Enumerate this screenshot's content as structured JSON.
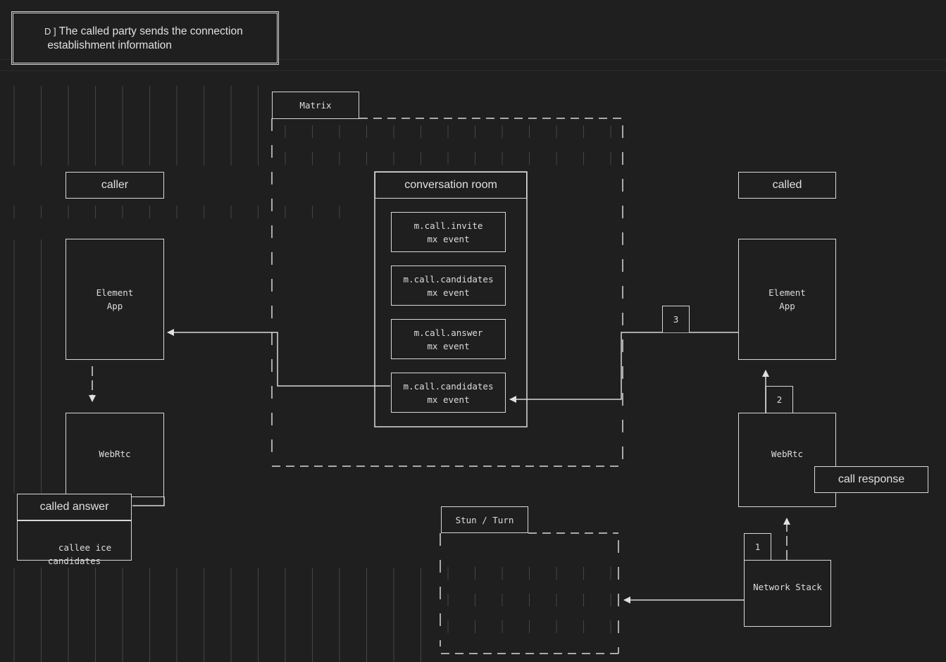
{
  "header": {
    "step_prefix": "D ]",
    "step_title_line1": "The called party sends the connection",
    "step_title_line2": "establishment information"
  },
  "caller": {
    "label": "caller",
    "app_line1": "Element",
    "app_line2": "App",
    "webrtc": "WebRtc",
    "answer_title": "called answer",
    "answer_line1": "callee ice",
    "answer_line2": "candidates"
  },
  "matrix": {
    "label": "Matrix",
    "room_label": "conversation room",
    "events": [
      {
        "name": "m.call.invite",
        "type": "mx event"
      },
      {
        "name": "m.call.candidates",
        "type": "mx event"
      },
      {
        "name": "m.call.answer",
        "type": "mx event"
      },
      {
        "name": "m.call.candidates",
        "type": "mx event"
      }
    ]
  },
  "called": {
    "label": "called",
    "app_line1": "Element",
    "app_line2": "App",
    "webrtc": "WebRtc",
    "call_response": "call response",
    "network_stack": "Network Stack"
  },
  "stun": {
    "label": "Stun / Turn"
  },
  "steps": [
    "1",
    "2",
    "3"
  ],
  "colors": {
    "background": "#1f1f1f",
    "line": "#d8d8d8",
    "grid": "#4a4a4a"
  }
}
